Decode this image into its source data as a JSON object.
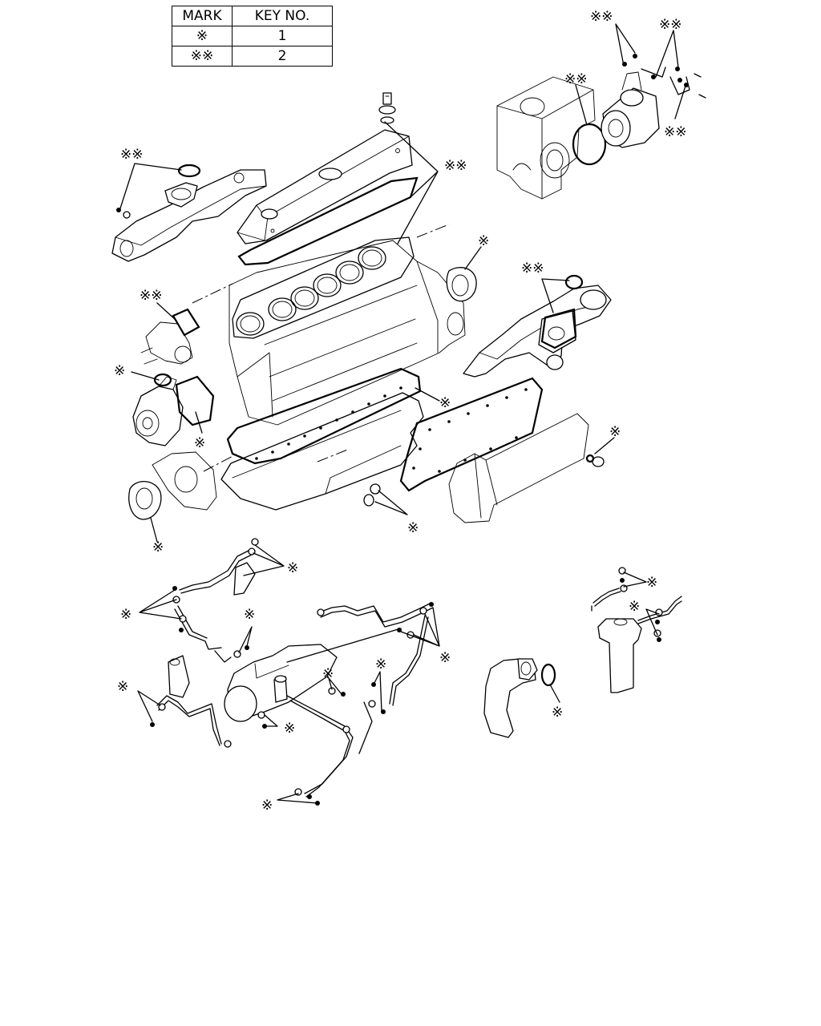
{
  "legend": {
    "headers": {
      "mark": "MARK",
      "key": "KEY NO."
    },
    "rows": [
      {
        "mark": "※",
        "key": "1"
      },
      {
        "mark": "※※",
        "key": "2"
      }
    ]
  },
  "callout_marks": {
    "single": "※",
    "double": "※※"
  }
}
